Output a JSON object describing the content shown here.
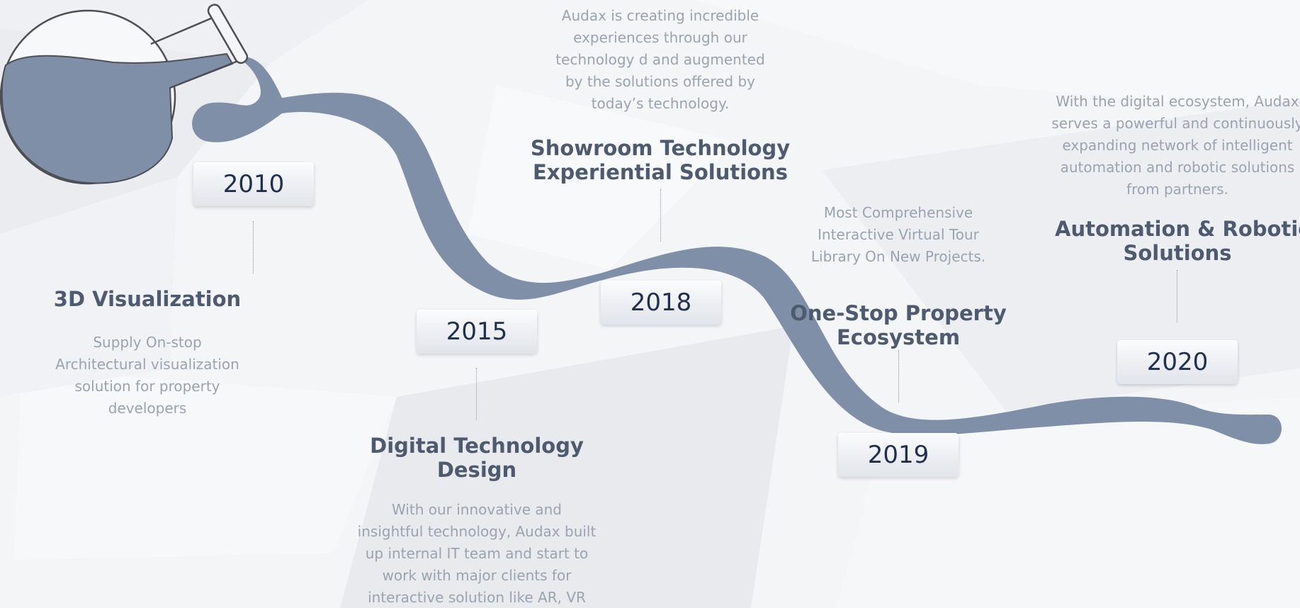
{
  "colors": {
    "background": "#f4f5f7",
    "stream": "#7f8fa8",
    "title": "#4d5a70",
    "description": "#9aa3b1",
    "year": "#1f2f4f"
  },
  "icons": {
    "flask": "flask-icon"
  },
  "milestones": [
    {
      "year": "2010",
      "title_lines": [
        "3D  Visualization"
      ],
      "desc_lines": [
        "Supply On-stop",
        "Architectural visualization",
        "solution for property",
        "developers"
      ]
    },
    {
      "year": "2015",
      "title_lines": [
        "Digital Technology",
        "Design"
      ],
      "desc_lines": [
        "With our innovative and",
        "insightful technology, Audax built",
        "up internal IT team and start to",
        "work with major clients for",
        "interactive solution like AR, VR"
      ]
    },
    {
      "year": "2018",
      "title_lines": [
        "Showroom Technology",
        "Experiential Solutions"
      ],
      "desc_lines": [
        "Audax is creating incredible",
        "experiences through our",
        "technology d and augmented",
        "by the solutions offered by",
        "today’s technology."
      ]
    },
    {
      "year": "2019",
      "title_lines": [
        "One-Stop Property",
        "Ecosystem"
      ],
      "desc_lines": [
        "Most Comprehensive",
        "Interactive Virtual Tour",
        "Library On New Projects."
      ]
    },
    {
      "year": "2020",
      "title_lines": [
        "Automation & Robotics",
        "Solutions"
      ],
      "desc_lines": [
        "With the digital ecosystem, Audax",
        "serves a powerful and continuously",
        "expanding network of intelligent",
        "automation and robotic solutions",
        "from partners."
      ]
    }
  ]
}
